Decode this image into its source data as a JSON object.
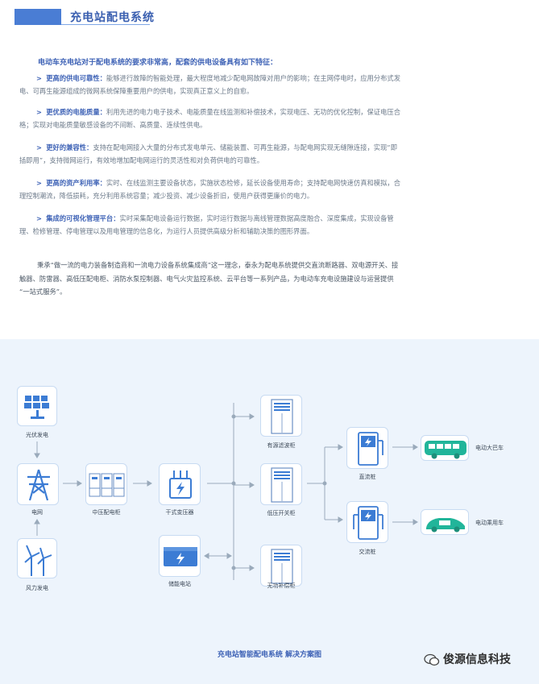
{
  "header": {
    "title": "充电站配电系统"
  },
  "intro": "电动车充电站对于配电系统的要求非常高，配套的供电设备具有如下特征：",
  "features": [
    {
      "arrow": ">",
      "title": "更高的供电可靠性：",
      "lines": [
        "能够进行故障的智能处理，最大程度地减少配电网故障对用户的影响；在主网停电时，应用分布式发",
        "电、可再生能源组成的微网系统保障重要用户的供电，实现真正意义上的自愈。"
      ]
    },
    {
      "arrow": ">",
      "title": "更优质的电能质量：",
      "lines": [
        "利用先进的电力电子技术、电能质量在线监测和补偿技术，实现电压、无功的优化控制，保证电压合",
        "格；实现对电能质量敏感设备的不间断、高质量、连续性供电。"
      ]
    },
    {
      "arrow": ">",
      "title": "更好的兼容性：",
      "lines": [
        "支持在配电网接入大量的分布式发电单元、储能装置、可再生能源，与配电网实现无缝隙连接，实现“即",
        "插即用”，支持微网运行，有效地增加配电网运行的灵活性和对负荷供电的可靠性。"
      ]
    },
    {
      "arrow": ">",
      "title": "更高的资产利用率：",
      "lines": [
        "实时、在线监测主要设备状态，实施状态检修，延长设备使用寿命；支持配电网快速仿真和模拟，合",
        "理控制潮流，降低损耗，充分利用系统容量；减少投资、减少设备折旧，使用户获得更廉价的电力。"
      ]
    },
    {
      "arrow": ">",
      "title": "集成的可视化管理平台：",
      "lines": [
        "实时采集配电设备运行数据，实时运行数据与离线管理数据高度融合、深度集成，实现设备管",
        "理、检修管理、停电管理以及用电管理的信息化，为运行人员提供高级分析和辅助决策的图形界面。"
      ]
    }
  ],
  "summary": [
    "秉承“做一流的电力装备制造商和一流电力设备系统集成商”这一理念，泰永为配电系统提供交直流断路器、双电源开关、接",
    "触器、防雷器、高低压配电柜、消防水泵控制器、电气火灾监控系统、云平台等一系列产品，为电动车充电设施建设与运营提供",
    "“一站式服务”。"
  ],
  "diagram": {
    "nodes": {
      "solar": "光伏发电",
      "grid": "电网",
      "wind": "风力发电",
      "mv_cabinet": "中压配电柜",
      "transformer": "干式变压器",
      "storage": "储能电站",
      "filter": "有源滤波柜",
      "lv_switch": "低压开关柜",
      "reactive": "无功补偿柜",
      "dc_pile": "直流桩",
      "ac_pile": "交流桩",
      "bus": "电动大巴车",
      "car": "电动乘用车"
    },
    "icons": {
      "solar": "solar-panel-icon",
      "grid": "power-tower-icon",
      "wind": "wind-turbine-icon",
      "mv_cabinet": "switchgear-icon",
      "transformer": "transformer-icon",
      "storage": "battery-storage-icon",
      "filter": "cabinet-icon",
      "lv_switch": "cabinet-icon",
      "reactive": "cabinet-icon",
      "dc_pile": "charging-pile-icon",
      "ac_pile": "charging-pile-icon",
      "bus": "bus-icon",
      "car": "car-icon"
    },
    "caption": "充电站智能配电系统 解决方案图"
  },
  "watermark": "俊源信息科技",
  "colors": {
    "accent": "#3f63b6",
    "header_bar": "#4a7dd4",
    "diagram_bg": "#edf4fc",
    "icon_blue": "#3c7cd4",
    "text_gray": "#6c7a8a"
  }
}
